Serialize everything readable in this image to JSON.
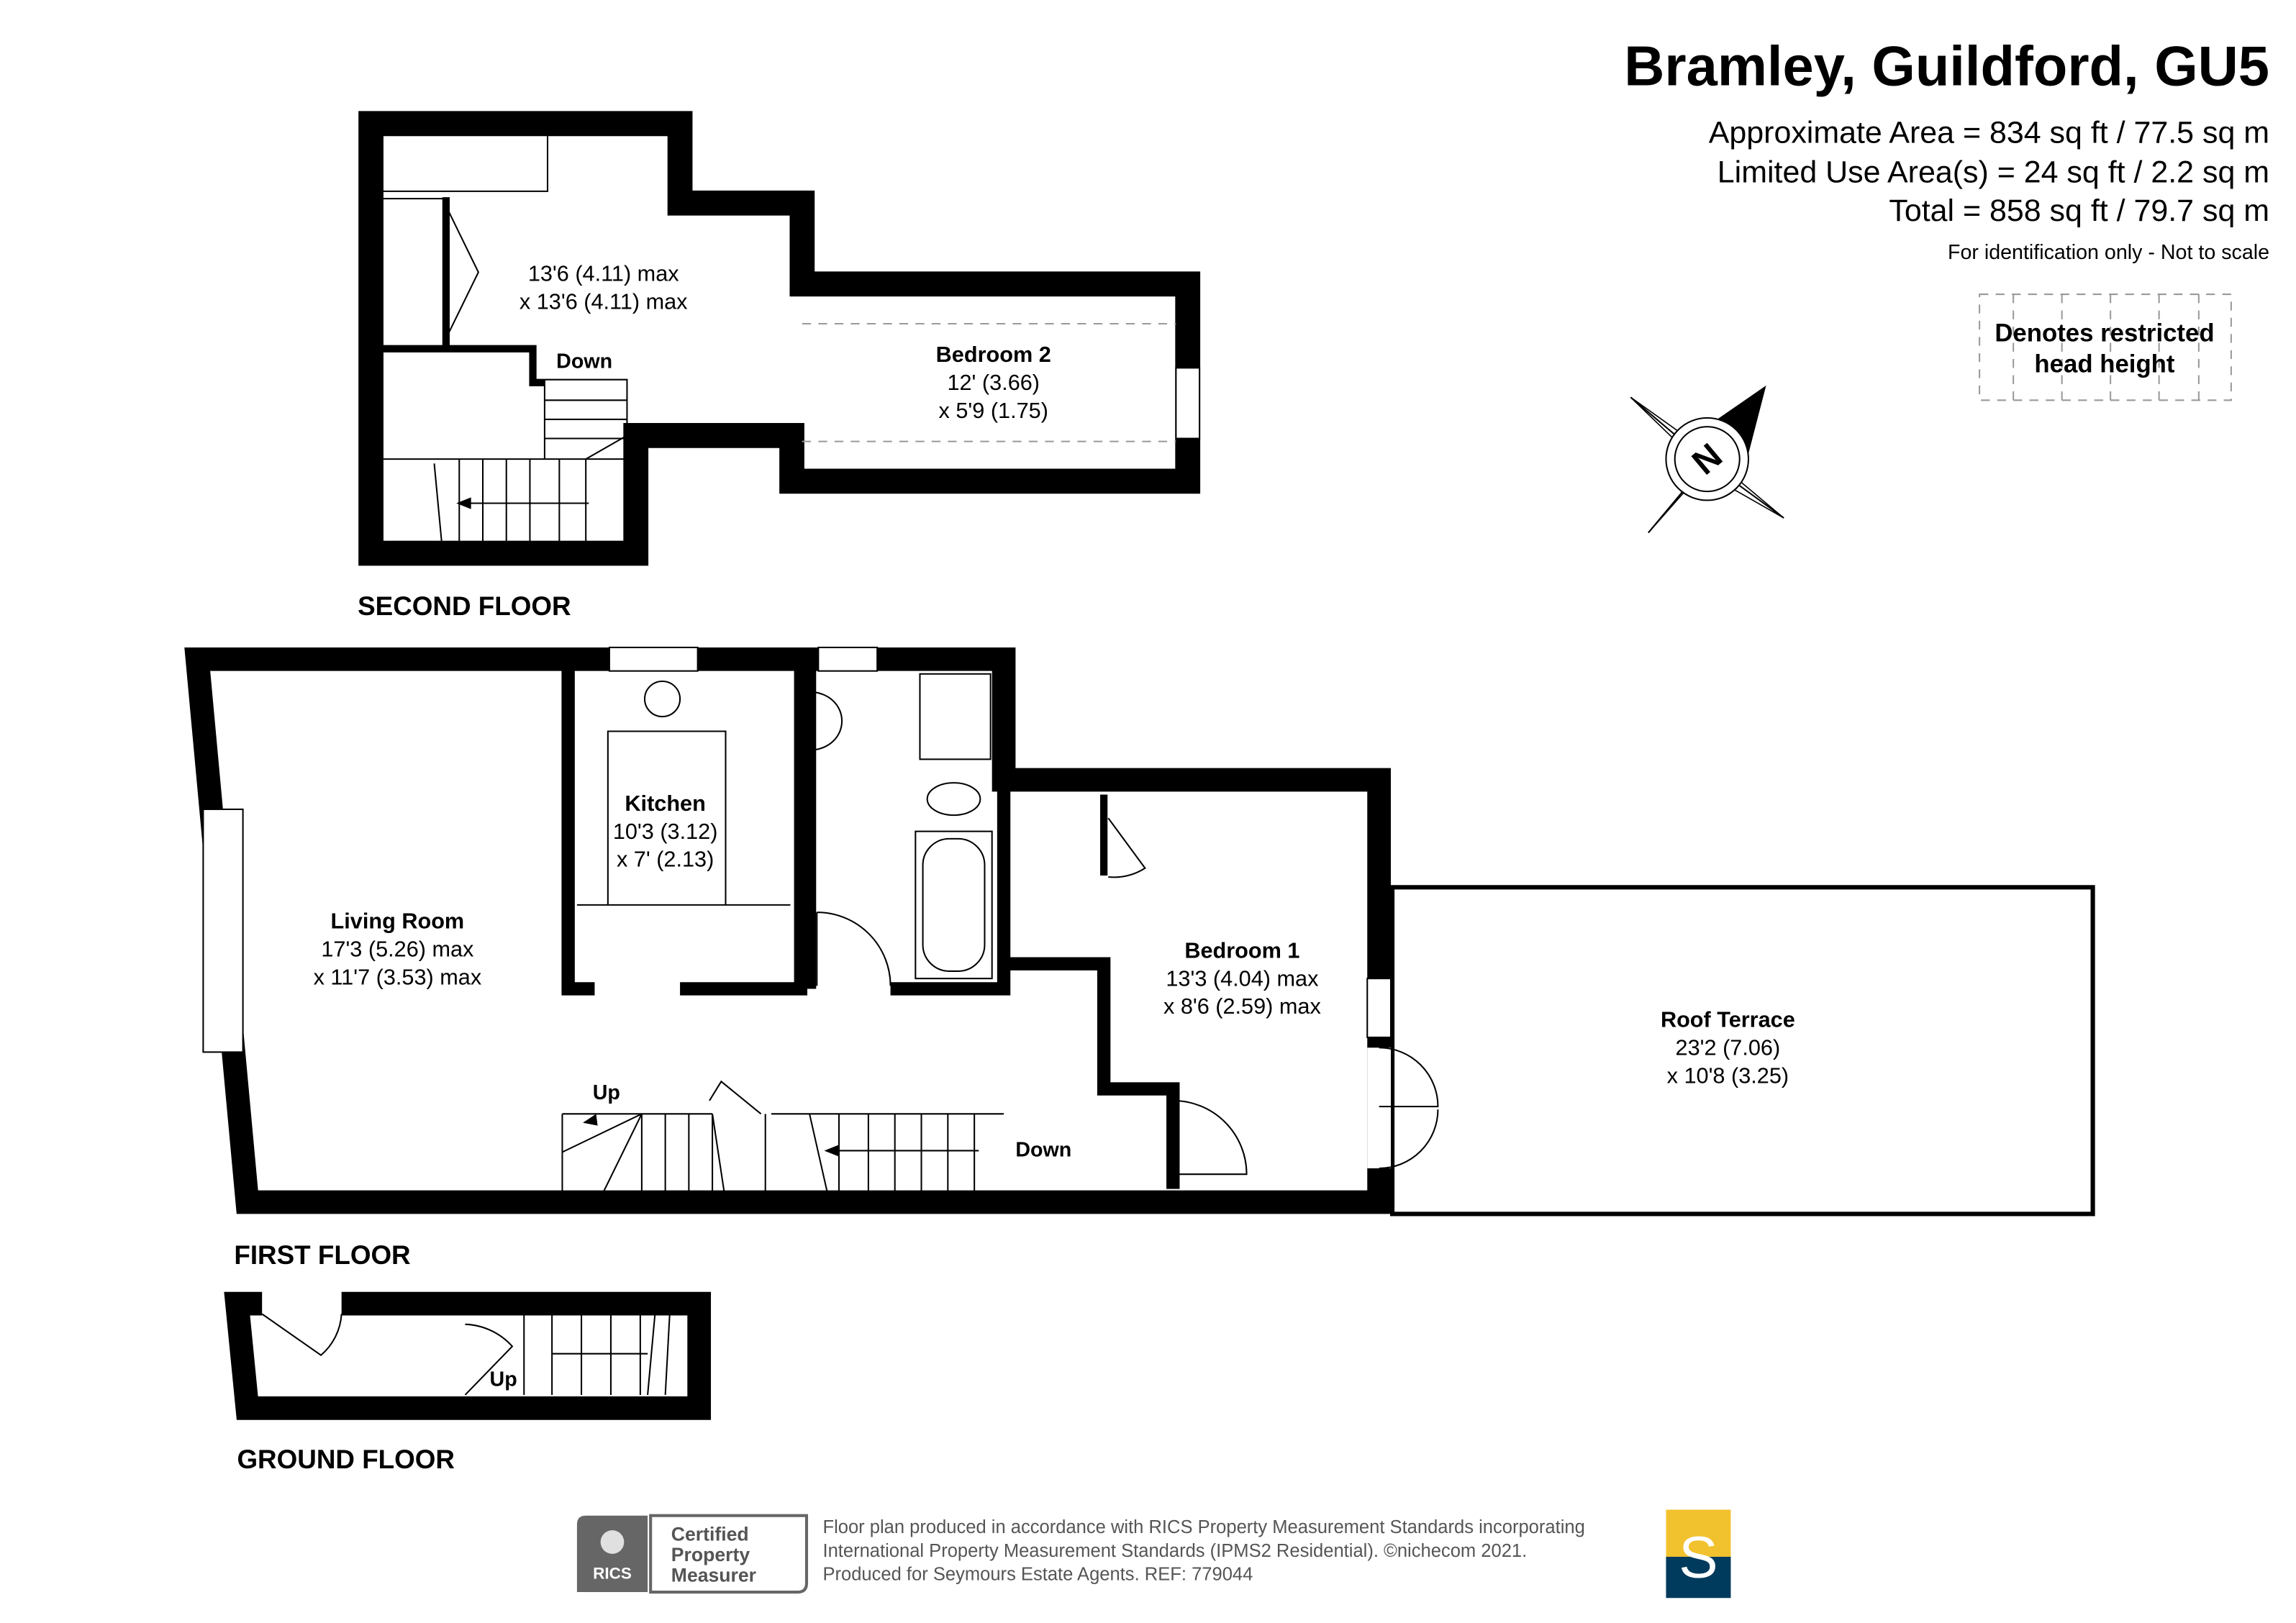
{
  "header": {
    "title": "Bramley, Guildford, GU5",
    "approx_area": "Approximate Area = 834 sq ft / 77.5 sq m",
    "limited_use": "Limited Use Area(s) = 24 sq ft / 2.2 sq m",
    "total": "Total = 858 sq ft / 79.7 sq m",
    "disclaimer": "For identification only - Not to scale"
  },
  "legend": {
    "line1": "Denotes restricted",
    "line2": "head height"
  },
  "compass": {
    "label": "N"
  },
  "floors": {
    "second": {
      "label": "SECOND FLOOR",
      "landing": {
        "dim1": "13'6 (4.11) max",
        "dim2": "x 13'6 (4.11) max"
      },
      "stairs_label": "Down",
      "bedroom2": {
        "name": "Bedroom 2",
        "dim1": "12' (3.66)",
        "dim2": "x 5'9 (1.75)"
      }
    },
    "first": {
      "label": "FIRST FLOOR",
      "living": {
        "name": "Living Room",
        "dim1": "17'3 (5.26) max",
        "dim2": "x 11'7 (3.53) max"
      },
      "kitchen": {
        "name": "Kitchen",
        "dim1": "10'3 (3.12)",
        "dim2": "x 7' (2.13)"
      },
      "bedroom1": {
        "name": "Bedroom 1",
        "dim1": "13'3 (4.04) max",
        "dim2": "x 8'6 (2.59) max"
      },
      "terrace": {
        "name": "Roof Terrace",
        "dim1": "23'2 (7.06)",
        "dim2": "x 10'8 (3.25)"
      },
      "stairs_up": "Up",
      "stairs_down": "Down"
    },
    "ground": {
      "label": "GROUND FLOOR",
      "stairs_up": "Up"
    }
  },
  "footer": {
    "rics_text": "RICS",
    "cert1": "Certified",
    "cert2": "Property",
    "cert3": "Measurer",
    "line1": "Floor plan produced in accordance with RICS Property Measurement Standards incorporating",
    "line2": "International Property Measurement Standards (IPMS2 Residential).   ©nichecom 2021.",
    "line3": "Produced for Seymours Estate Agents.   REF: 779044",
    "agent_logo_letter": "S",
    "colors": {
      "rics_grey": "#666666",
      "logo_yellow": "#f2c12e",
      "logo_navy": "#003a5c"
    }
  }
}
